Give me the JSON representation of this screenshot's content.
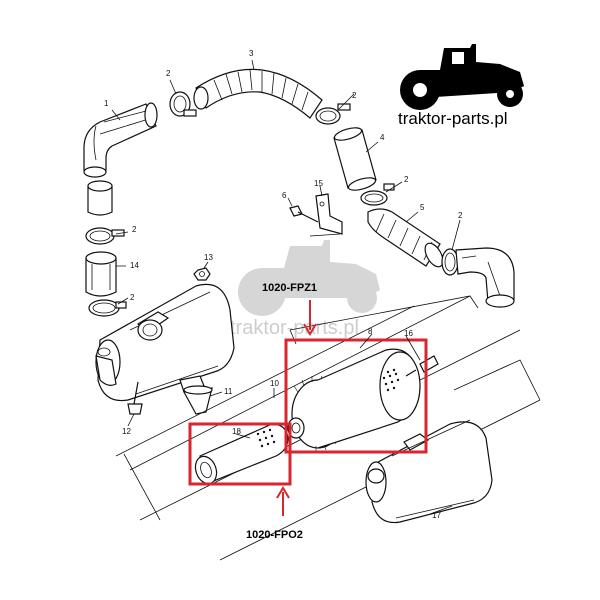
{
  "brand": {
    "text": "traktor-parts.pl",
    "watermark_text": "traktor-parts.pl"
  },
  "callouts": [
    {
      "id": "c1",
      "label": "1"
    },
    {
      "id": "c2a",
      "label": "2"
    },
    {
      "id": "c3",
      "label": "3"
    },
    {
      "id": "c2b",
      "label": "2"
    },
    {
      "id": "c4",
      "label": "4"
    },
    {
      "id": "c2c",
      "label": "2"
    },
    {
      "id": "c5",
      "label": "5"
    },
    {
      "id": "c2d",
      "label": "2"
    },
    {
      "id": "c6",
      "label": "6"
    },
    {
      "id": "c15",
      "label": "15"
    },
    {
      "id": "c2e",
      "label": "2"
    },
    {
      "id": "c14",
      "label": "14"
    },
    {
      "id": "c13",
      "label": "13"
    },
    {
      "id": "c2f",
      "label": "2"
    },
    {
      "id": "c8",
      "label": "8"
    },
    {
      "id": "c16",
      "label": "16"
    },
    {
      "id": "c10",
      "label": "10"
    },
    {
      "id": "c11",
      "label": "11"
    },
    {
      "id": "c12",
      "label": "12"
    },
    {
      "id": "c18",
      "label": "18"
    },
    {
      "id": "c17",
      "label": "17"
    }
  ],
  "part_codes": {
    "top": "1020-FPZ1",
    "bottom": "1020-FPO2"
  },
  "colors": {
    "highlight": "#d8262e",
    "line": "#111111",
    "watermark": "#c8c8c8"
  }
}
